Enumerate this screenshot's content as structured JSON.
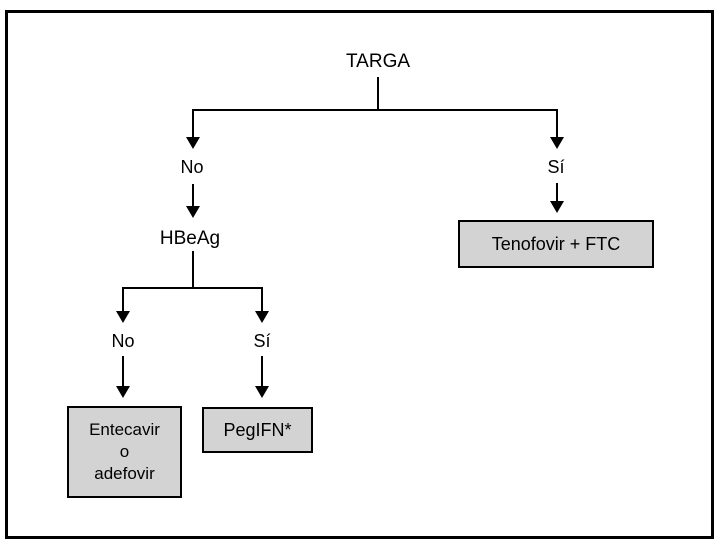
{
  "diagram": {
    "title_node": "TARGA",
    "level1": {
      "left_label": "No",
      "right_label": "Sí"
    },
    "decision_node": "HBeAg",
    "level2": {
      "left_label": "No",
      "right_label": "Sí"
    },
    "boxes": {
      "tenofovir": "Tenofovir + FTC",
      "entecavir_lines": [
        "Entecavir",
        "o",
        "adefovir"
      ],
      "pegifn": "PegIFN*"
    }
  },
  "colors": {
    "line": "#000000",
    "box_fill": "#d3d3d3",
    "box_border": "#000000",
    "background": "#ffffff"
  }
}
